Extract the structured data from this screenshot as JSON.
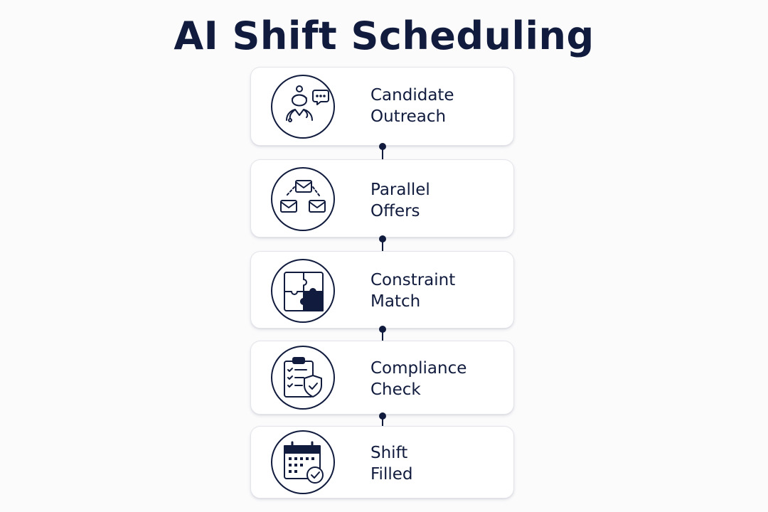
{
  "title": "AI Shift Scheduling",
  "steps": [
    {
      "icon": "nurse-chat-icon",
      "line1": "Candidate",
      "line2": "Outreach"
    },
    {
      "icon": "envelopes-branch-icon",
      "line1": "Parallel",
      "line2": "Offers"
    },
    {
      "icon": "puzzle-icon",
      "line1": "Constraint",
      "line2": "Match"
    },
    {
      "icon": "clipboard-shield-icon",
      "line1": "Compliance",
      "line2": "Check"
    },
    {
      "icon": "calendar-check-icon",
      "line1": "Shift",
      "line2": "Filled"
    }
  ],
  "colors": {
    "ink": "#101b3d",
    "card": "#ffffff",
    "background": "#fbfbfc"
  }
}
